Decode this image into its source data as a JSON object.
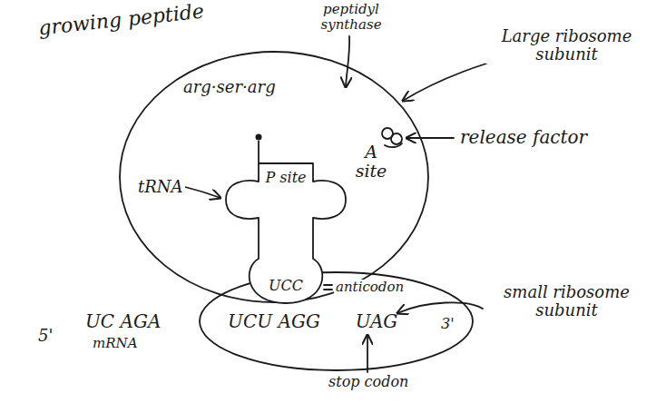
{
  "diagram": {
    "nodes": [
      {
        "text": [
          "A site"
        ]
      },
      {
        "text": [
          "P site",
          "UCC"
        ],
        "in": 0
      },
      {
        "text": [
          "UCU AGG",
          "UAG"
        ]
      }
    ],
    "labels": [
      "growing peptide",
      "arg·ser·arg",
      "peptidyl synthase",
      "Large ribosome subunit",
      "release factor",
      "tRNA",
      "anticodon",
      "5'",
      "UC AGA",
      "mRNA",
      "3'",
      "small ribosome subunit",
      "stop codon"
    ]
  }
}
